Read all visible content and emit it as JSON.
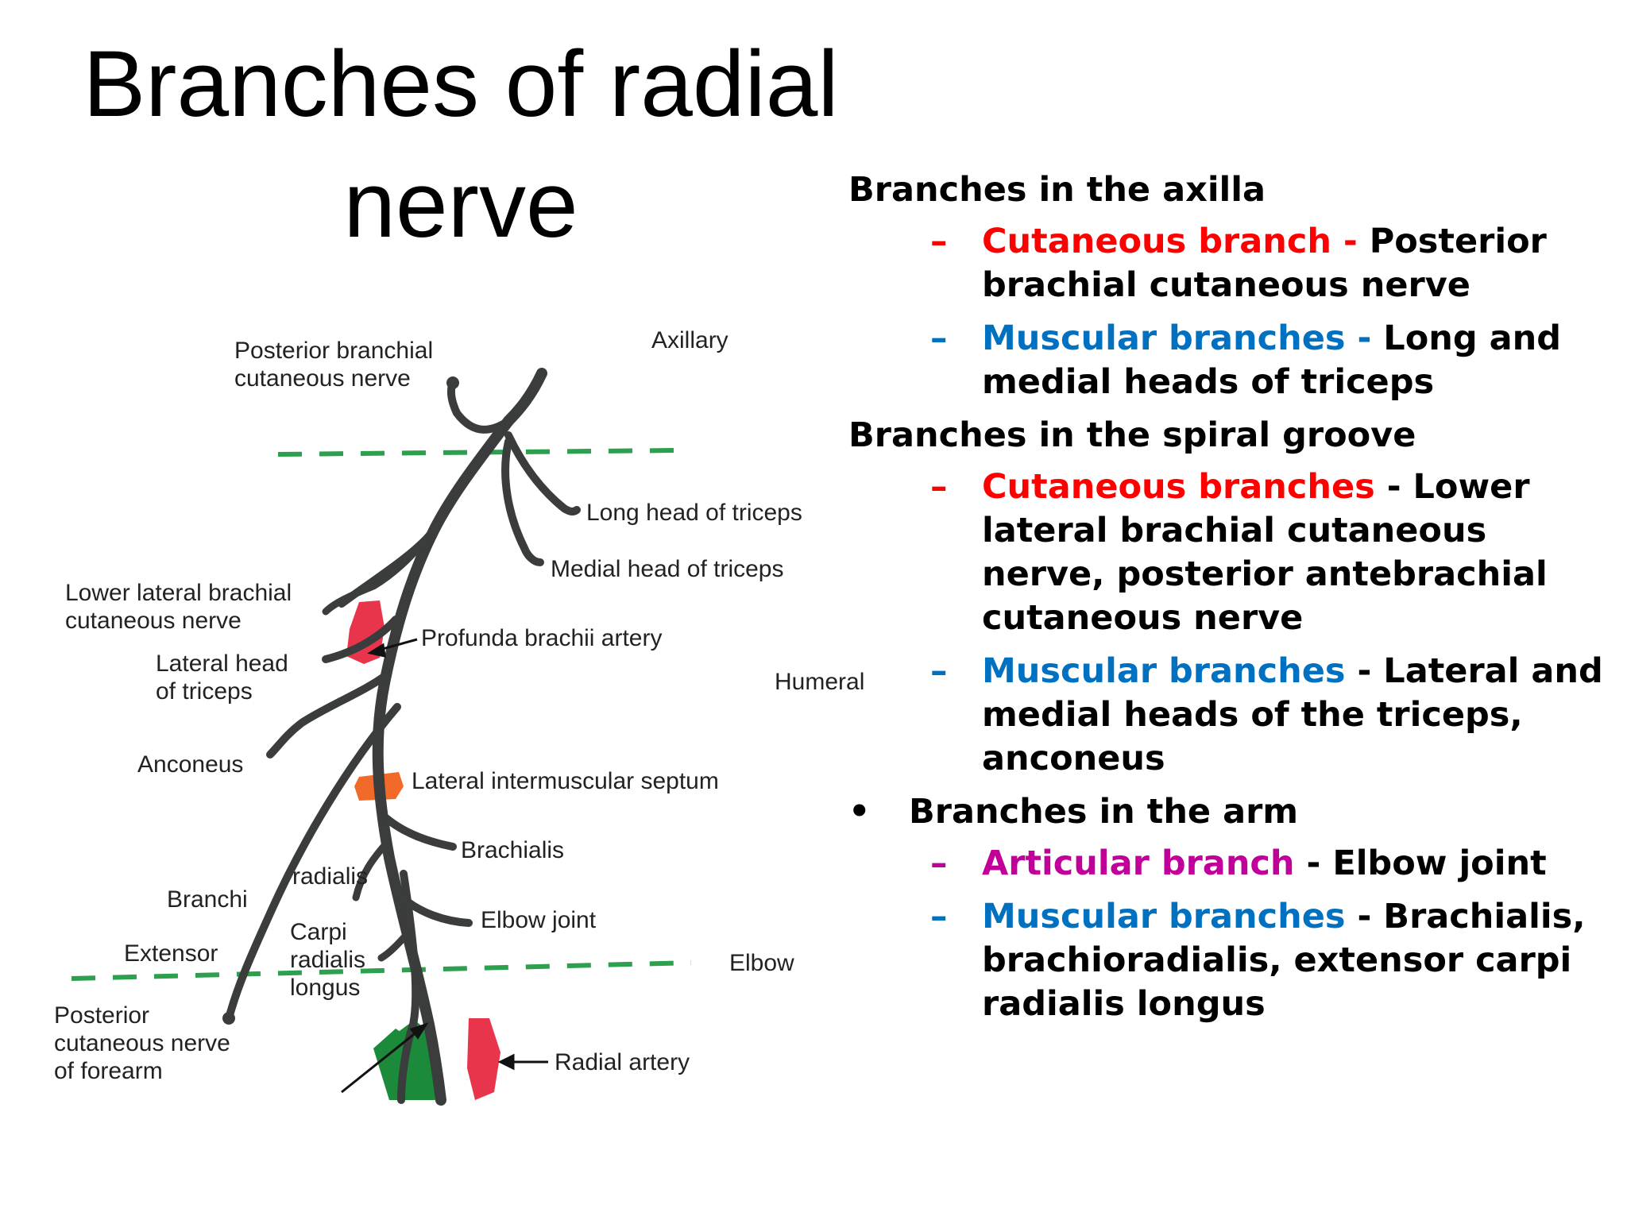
{
  "title": {
    "line1": "Branches of radial",
    "line2": "nerve"
  },
  "notes": {
    "axilla": {
      "heading": "Branches in the axilla",
      "items": [
        {
          "term": "Cutaneous branch -",
          "desc": " Posterior brachial cutaneous nerve"
        },
        {
          "term": "Muscular branches -",
          "desc": " Long and medial heads of triceps"
        }
      ]
    },
    "spiral": {
      "heading": "Branches in the spiral groove",
      "items": [
        {
          "term": "Cutaneous branches",
          "desc": " - Lower lateral brachial cutaneous nerve, posterior antebrachial cutaneous nerve"
        },
        {
          "term": "Muscular branches",
          "desc": " - Lateral and medial heads of the triceps, anconeus"
        }
      ]
    },
    "arm": {
      "bullet": "•",
      "heading": "Branches in the arm",
      "items": [
        {
          "term": "Articular branch",
          "desc": " - Elbow joint"
        },
        {
          "term": "Muscular branches",
          "desc": " - Brachialis, brachioradialis, extensor carpi radialis longus"
        }
      ]
    },
    "dash": "–"
  },
  "diagram": {
    "labels": {
      "posterior_brachial_1": "Posterior branchial",
      "posterior_brachial_2": "cutaneous nerve",
      "axillary": "Axillary",
      "long_head": "Long head of triceps",
      "medial_head": "Medial head of triceps",
      "lower_lateral_1": "Lower lateral brachial",
      "lower_lateral_2": "cutaneous nerve",
      "profunda": "Profunda brachii artery",
      "lateral_head_1": "Lateral head",
      "lateral_head_2": "of triceps",
      "humeral": "Humeral",
      "anconeus": "Anconeus",
      "septum": "Lateral intermuscular septum",
      "brachialis": "Brachialis",
      "radialis": "radialis",
      "branchi": "Branchi",
      "elbow_joint": "Elbow joint",
      "carpi": "Carpi",
      "radialis2": "radialis",
      "longus": "longus",
      "extensor": "Extensor",
      "elbow": "Elbow",
      "posterior_forearm_1": "Posterior",
      "posterior_forearm_2": "cutaneous nerve",
      "posterior_forearm_3": "of forearm",
      "radial_artery": "Radial artery"
    },
    "colors": {
      "nerve": "#3a3d3c",
      "dashed_line": "#2e9e4f",
      "artery": "#e8354c",
      "septum": "#f26a2a",
      "muscle": "#1b8a3b"
    }
  }
}
